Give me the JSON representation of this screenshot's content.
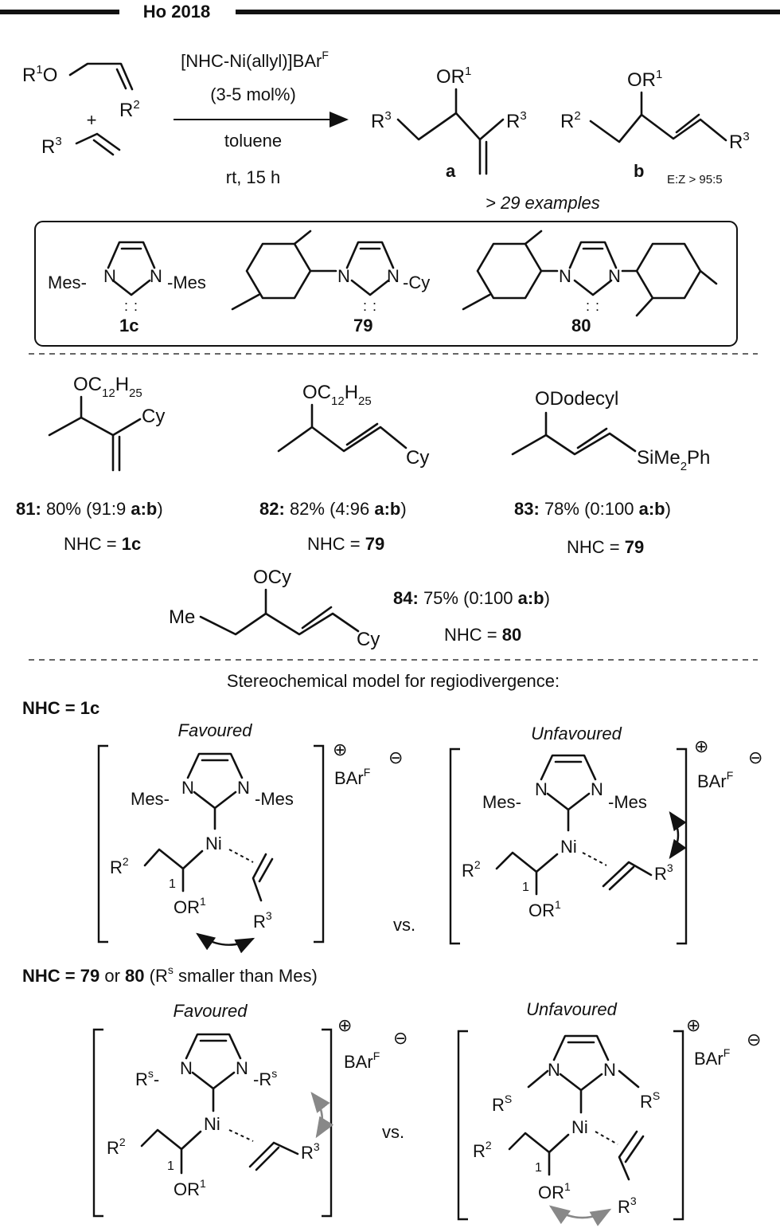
{
  "header": {
    "title": "Ho 2018"
  },
  "reaction": {
    "reactant1": {
      "r1": "R",
      "r1_sup": "1",
      "o": "O",
      "r2": "R",
      "r2_sup": "2"
    },
    "plus": "+",
    "reactant2": {
      "r3": "R",
      "r3_sup": "3"
    },
    "catalyst_line1": "[NHC-Ni(allyl)]BAr",
    "catalyst_line1_sup": "F",
    "catalyst_line2": "(3-5 mol%)",
    "solvent": "toluene",
    "conditions": "rt, 15 h",
    "product_a_label": "a",
    "product_b_label": "b",
    "ez_ratio": "E:Z > 95:5",
    "examples": "> 29 examples"
  },
  "nhc_box": {
    "ligands": [
      {
        "id": "1c",
        "left_sub": "Mes",
        "right_sub": "Mes"
      },
      {
        "id": "79",
        "right_sub": "Cy"
      },
      {
        "id": "80"
      }
    ]
  },
  "examples": [
    {
      "id": "81",
      "yield": "80%",
      "ratio_open": "(91:9 ",
      "ratio_bold": "a:b",
      "ratio_close": ")",
      "nhc_label": "NHC = ",
      "nhc": "1c",
      "ether": "OC",
      "sub1": "12",
      "ether_h": "H",
      "sub2": "25",
      "substituent": "Cy"
    },
    {
      "id": "82",
      "yield": "82%",
      "ratio_open": "(4:96 ",
      "ratio_bold": "a:b",
      "ratio_close": ")",
      "nhc_label": "NHC = ",
      "nhc": "79",
      "ether": "OC",
      "sub1": "12",
      "ether_h": "H",
      "sub2": "25",
      "substituent": "Cy"
    },
    {
      "id": "83",
      "yield": "78%",
      "ratio_open": "(0:100 ",
      "ratio_bold": "a:b",
      "ratio_close": ")",
      "nhc_label": "NHC = ",
      "nhc": "79",
      "ether": "ODodecyl",
      "substituent": "SiMe",
      "substituent_sub": "2",
      "substituent_end": "Ph"
    },
    {
      "id": "84",
      "yield": "75%",
      "ratio_open": "(0:100 ",
      "ratio_bold": "a:b",
      "ratio_close": ")",
      "nhc_label": "NHC = ",
      "nhc": "80",
      "ether": "OCy",
      "left_group": "Me",
      "substituent": "Cy"
    }
  ],
  "model": {
    "title": "Stereochemical model for regiodivergence:",
    "section1": {
      "label": "NHC = 1c",
      "favoured": "Favoured",
      "unfavoured": "Unfavoured",
      "vs": "vs.",
      "n_sub": "Mes"
    },
    "section2": {
      "label_bold1": "NHC = 79",
      "label_or": " or ",
      "label_bold2": "80",
      "label_rest": " (R",
      "label_sup": "s",
      "label_end": " smaller than Mes)",
      "favoured": "Favoured",
      "unfavoured": "Unfavoured",
      "vs": "vs."
    },
    "metal": "Ni",
    "counterion": "BAr",
    "counterion_sup": "F",
    "carbon_label": "1",
    "ether": "OR",
    "ether_sup": "1",
    "r2": "R",
    "r2_sup": "2",
    "r3": "R",
    "r3_sup": "3",
    "n": "N"
  }
}
